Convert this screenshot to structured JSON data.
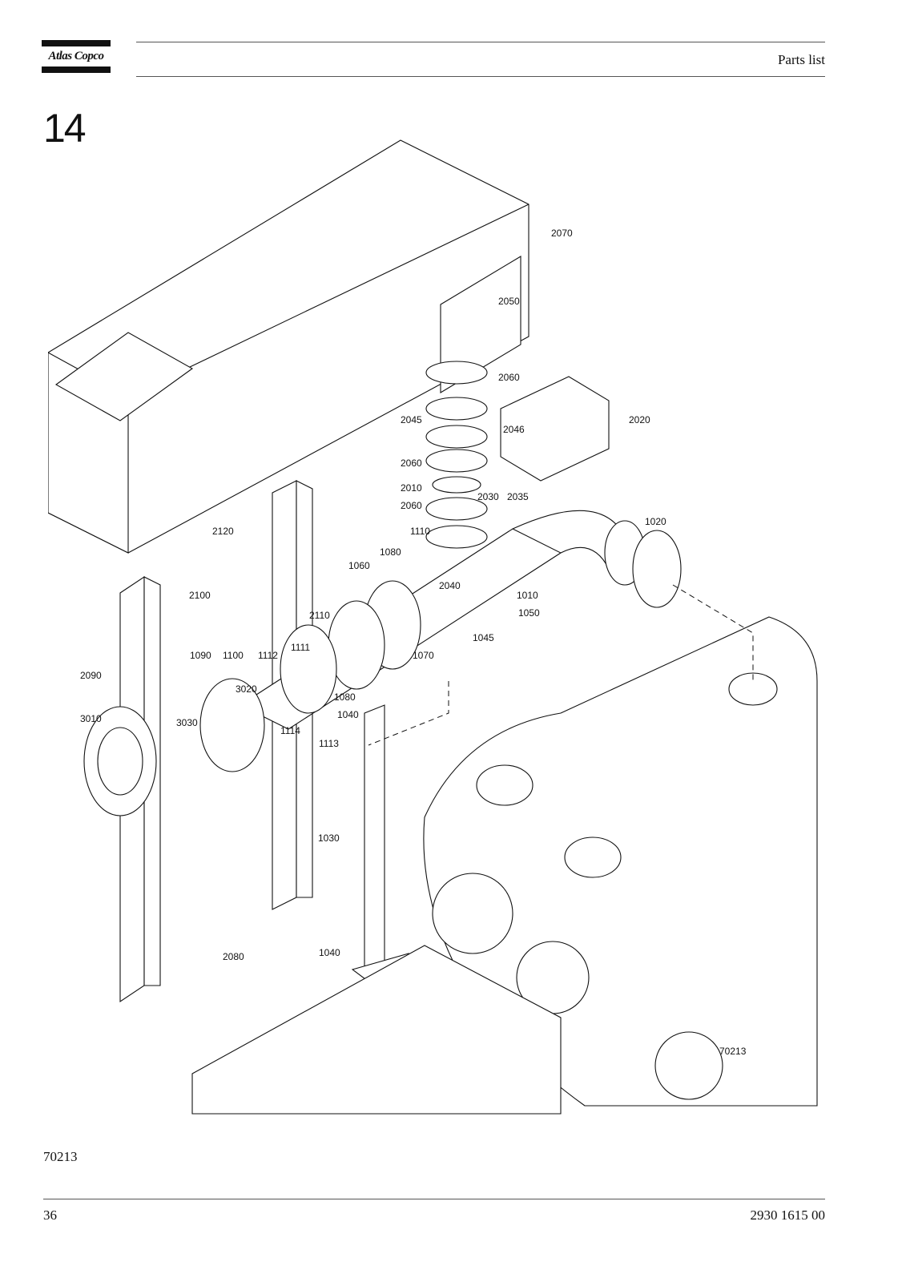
{
  "header": {
    "brand": "Atlas Copco",
    "title": "Parts list"
  },
  "section_number": "14",
  "drawing": {
    "callouts": [
      "2070",
      "2050",
      "2060",
      "2020",
      "2045",
      "2046",
      "2060",
      "2010",
      "2030",
      "2035",
      "2060",
      "1020",
      "2120",
      "1110",
      "1080",
      "1060",
      "2110",
      "2040",
      "1010",
      "2100",
      "1050",
      "1045",
      "1100",
      "1111",
      "1112",
      "1090",
      "1070",
      "2090",
      "3020",
      "1080",
      "1040",
      "3010",
      "3030",
      "1114",
      "1113",
      "1030",
      "2080",
      "1040",
      "70213"
    ]
  },
  "figure_id": "70213",
  "footer": {
    "page_number": "36",
    "document_number": "2930 1615 00"
  }
}
